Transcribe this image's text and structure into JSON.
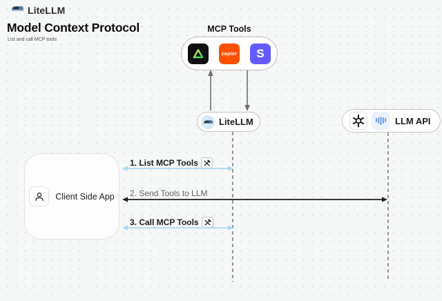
{
  "header": {
    "brand": "LiteLLM",
    "title": "Model Context Protocol",
    "subtitle": "List and call MCP tools"
  },
  "mcp_tools": {
    "label": "MCP Tools",
    "zapier_label": "zapier",
    "stripe_letter": "S"
  },
  "nodes": {
    "litellm": {
      "label": "LiteLLM"
    },
    "llm_api": {
      "label": "LLM API"
    },
    "client": {
      "label": "Client Side App"
    }
  },
  "flows": [
    {
      "label": "1. List MCP Tools",
      "has_tool_icon": true,
      "color": "#a9d8f0"
    },
    {
      "label": "2. Send Tools to LLM",
      "has_tool_icon": false,
      "color": "#1a1a1a"
    },
    {
      "label": "3. Call MCP Tools",
      "has_tool_icon": true,
      "color": "#a9d8f0"
    }
  ],
  "colors": {
    "background": "#f6f7f7",
    "zapier_orange": "#ff4f00",
    "stripe_indigo": "#635bff",
    "triangle_green_start": "#e8f55a",
    "triangle_green_end": "#2bd25e",
    "flow_blue": "#a9d8f0",
    "flow_dark": "#1a1a1a",
    "lifeline_gray": "#969696"
  }
}
